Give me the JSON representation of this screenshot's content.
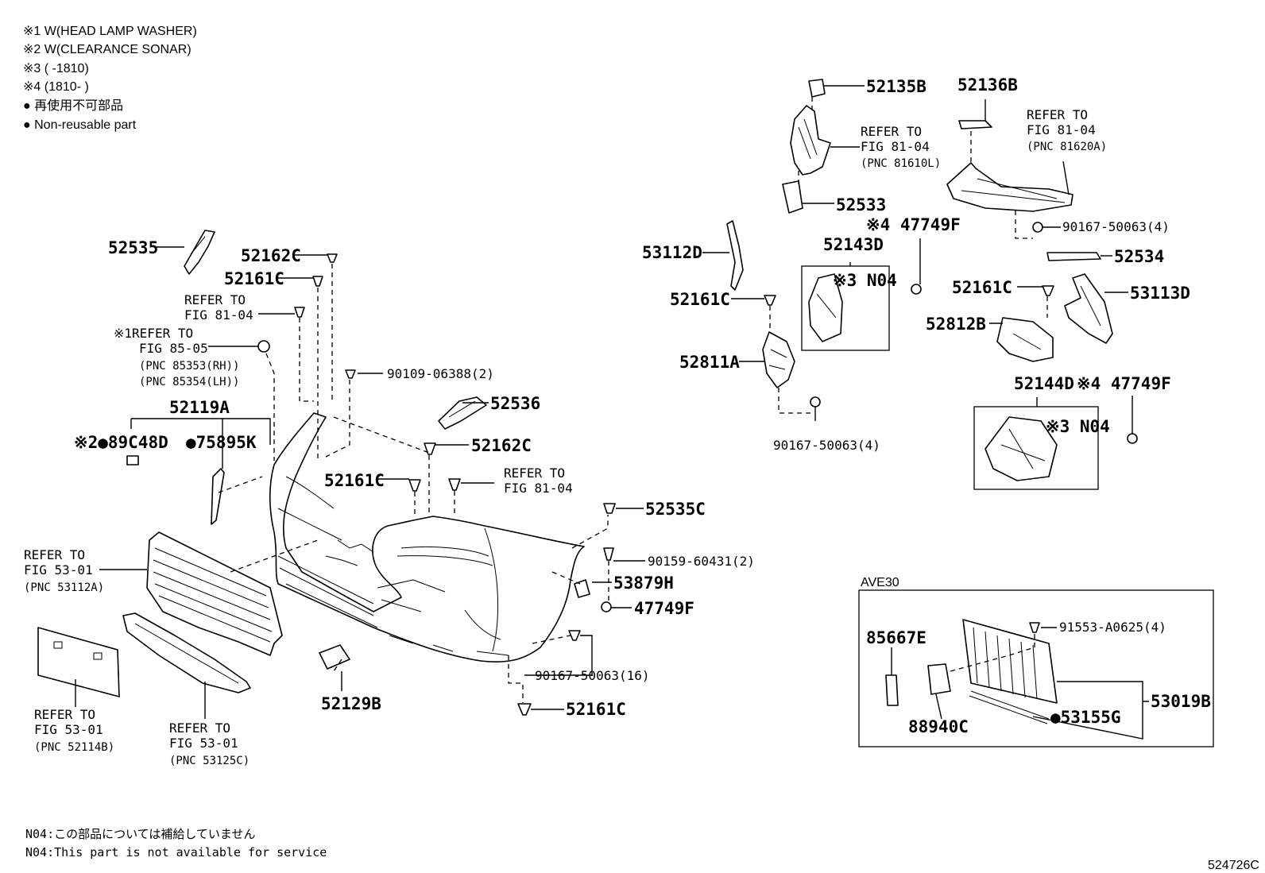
{
  "legend": {
    "mark1": "※1 W(HEAD LAMP WASHER)",
    "mark2": "※2 W(CLEARANCE SONAR)",
    "mark3": "※3 (       -1810)",
    "mark4": "※4 (1810-       )",
    "nonreusable_ja": "● 再使用不可部品",
    "nonreusable_en": "● Non-reusable part"
  },
  "footnotes": {
    "ja": "N04:この部品については補給していません",
    "en": "N04:This part is not available for service"
  },
  "figure_id": "524726C",
  "inset_label": "AVE30",
  "parts": {
    "p52535": "52535",
    "p52162C_a": "52162C",
    "p52161C_a": "52161C",
    "ref1_l1": "REFER TO",
    "ref1_l2": "FIG 81-04",
    "ref2_l1": "※1REFER TO",
    "ref2_l2": "FIG 85-05",
    "ref2_l3": "(PNC 85353(RH))",
    "ref2_l4": "(PNC 85354(LH))",
    "p90109": "90109-06388(2)",
    "p52119A": "52119A",
    "p89C48D": "※2●89C48D",
    "p75895K": "●75895K",
    "p52536": "52536",
    "p52162C_b": "52162C",
    "p52161C_b": "52161C",
    "ref3_l1": "REFER TO",
    "ref3_l2": "FIG 81-04",
    "p52535C": "52535C",
    "p90159": "90159-60431(2)",
    "p53879H": "53879H",
    "p47749F_a": "47749F",
    "p90167_16": "90167-50063(16)",
    "p52161C_c": "52161C",
    "p52129B": "52129B",
    "ref4_l1": "REFER TO",
    "ref4_l2": "FIG 53-01",
    "ref4_l3": "(PNC 53112A)",
    "ref5_l1": "REFER TO",
    "ref5_l2": "FIG 53-01",
    "ref5_l3": "(PNC 52114B)",
    "ref6_l1": "REFER TO",
    "ref6_l2": "FIG 53-01",
    "ref6_l3": "(PNC 53125C)",
    "p52135B": "52135B",
    "p52136B": "52136B",
    "ref7_l1": "REFER TO",
    "ref7_l2": "FIG 81-04",
    "ref7_l3": "(PNC 81610L)",
    "ref8_l1": "REFER TO",
    "ref8_l2": "FIG 81-04",
    "ref8_l3": "(PNC 81620A)",
    "p52533": "52533",
    "p47749F_b": "※4 47749F",
    "p90167_4a": "90167-50063(4)",
    "p53112D": "53112D",
    "p52143D": "52143D",
    "pN04_a": "※3 N04",
    "p52534": "52534",
    "p52161C_d": "52161C",
    "p52161C_e": "52161C",
    "p53113D": "53113D",
    "p52812B": "52812B",
    "p52811A": "52811A",
    "p52144D": "52144D",
    "p47749F_c": "※4 47749F",
    "pN04_b": "※3 N04",
    "p90167_4b": "90167-50063(4)",
    "p85667E": "85667E",
    "p91553": "91553-A0625(4)",
    "p53019B": "53019B",
    "p53155G": "●53155G",
    "p88940C": "88940C"
  }
}
